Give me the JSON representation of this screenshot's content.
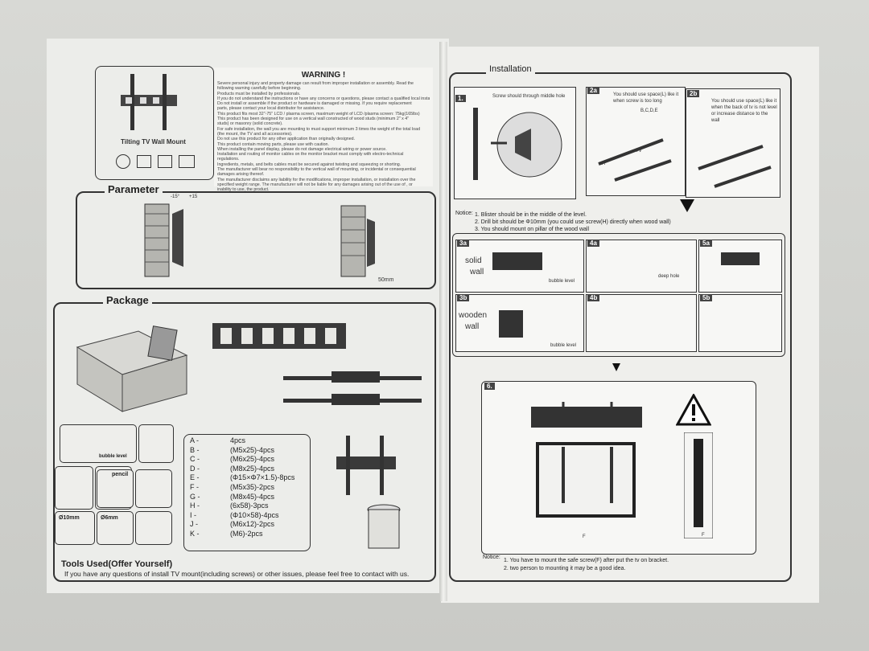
{
  "left": {
    "product_label": "Tilting TV Wall Mount",
    "warning_title": "WARNING !",
    "warning_lines": [
      "Severe personal injury and property damage can result from improper installation or assembly. Read the",
      "following warning carefully before beginning.",
      "Products must be installed by professionals.",
      "If you do not understand the instructions or have any concerns or questions, please contact a qualified local installer.",
      "Do not install or assemble if the product or hardware is damaged or missing. If you require replacement",
      "parts, please contact your local distributor for assistance.",
      "This product fits most 32\"-75\" LCD / plasma screen, maximum weight of LCD /plasma screen: 75kg(165lbs)",
      "This product has been designed for use on a vertical wall constructed of wood studs (minimum 2\" x 4\"",
      "studs) or masonry (solid concrete).",
      "For safe installation, the wall you are mounting to must support minimum 3 times the weight of the total load",
      "(the mount, the TV and all accessories).",
      "Do not use this product for any other application than originally designed.",
      "This product contain moving parts, please use with caution.",
      "When installing the panel display, please do not damage electrical wiring or power source.",
      "Installation and routing of monitor cables on the monitor bracket must comply with electro-technical",
      "regulations.",
      "Ingredients, metals, and belts cables must be secured against twisting and squeezing or shorting.",
      "The manufacturer will bear no responsibility to the vertical wall of mounting, or incidental or consequential",
      "damages arising thereof.",
      "The manufacturer disclaims any liability for the modifications, improper installation, or installation over the",
      "specified weight range. The manufacturer will not be liable for any damages arising out of the use of , or",
      "inability to use, the product."
    ],
    "parameter_label": "Parameter",
    "tilt_neg": "-15°",
    "tilt_pos": "+15",
    "depth": "50mm",
    "package_label": "Package",
    "tools": {
      "bubble": "bubble level",
      "pencil": "pencil",
      "d10": "Ø10mm",
      "d6": "Ø6mm"
    },
    "parts": [
      {
        "k": "A -",
        "v": "4pcs"
      },
      {
        "k": "B -",
        "v": "(M5x25)-4pcs"
      },
      {
        "k": "C -",
        "v": "(M6x25)-4pcs"
      },
      {
        "k": "D -",
        "v": "(M8x25)-4pcs"
      },
      {
        "k": "E -",
        "v": "(Φ15×Φ7×1.5)-8pcs"
      },
      {
        "k": "F -",
        "v": "(M5x35)-2pcs"
      },
      {
        "k": "G -",
        "v": "(M8x45)-4pcs"
      },
      {
        "k": "H -",
        "v": "(6x58)-3pcs"
      },
      {
        "k": "I -",
        "v": "(Φ10×58)-4pcs"
      },
      {
        "k": "J -",
        "v": "(M6x12)-2pcs"
      },
      {
        "k": "K -",
        "v": "(M6)-2pcs"
      }
    ],
    "tools_used": "Tools Used(Offer Yourself)",
    "contact": "If you have any questions of install TV mount(including screws) or other issues, please feel free to contact with us."
  },
  "right": {
    "installation_label": "Installation",
    "s1": "1.",
    "s1_note": "Screw should through middle hole",
    "s2a": "2a",
    "s2a_note": "You should use space(L) like it when screw is too long",
    "s2b": "2b",
    "s2b_note": "You should use space(L) like it when the back of tv is not level or increase distance to the wall",
    "bcde": "B,C,D,E",
    "tv": "TV",
    "a": "A",
    "notice_title": "Notice:",
    "notices": [
      "1. Blister should be in the middle of the level.",
      "2. Drill bit should be Φ10mm  (you could use screw(H) directly when wood wall)",
      "3. You should mount on pillar of the wood wall"
    ],
    "s3a": "3a",
    "s3b": "3b",
    "s4a": "4a",
    "s4b": "4b",
    "s5a": "5a",
    "s5b": "5b",
    "solid": "solid",
    "wall": "wall",
    "wooden": "wooden",
    "bubble": "bubble level",
    "deep": "deep hole",
    "s6": "6.",
    "f": "F",
    "bottom_notice_title": "Notice:",
    "bottom_notices": [
      "1. You have to mount the safe screw(F) after put the tv on bracket.",
      "2. two person to mounting it may be a good idea."
    ]
  }
}
